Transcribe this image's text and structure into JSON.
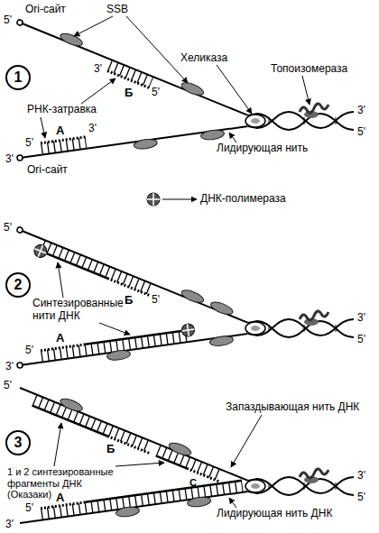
{
  "diagram": {
    "nodes": [
      {
        "text": [
          "1"
        ]
      },
      {
        "text": [
          "2"
        ]
      },
      {
        "text": [
          "3"
        ]
      }
    ],
    "labels": [
      "5'",
      "Ori-сайт",
      "SSB",
      "Хеликаза",
      "Топоизомераза",
      "3'",
      "Б",
      "5'",
      "3'",
      "5'",
      "РНК-затравка",
      "А",
      "3'",
      "5'",
      "3'",
      "Ori-сайт",
      "Лидирующая нить",
      "5'",
      "Б",
      "5'",
      "3'",
      "5'",
      "Синтезированные нити ДНК",
      "А",
      "5'",
      "3'",
      "5'",
      "Запаздывающая нить ДНК",
      "Б",
      "1 и 2 синтезированные фрагменты ДНК (Оказаки)",
      "С",
      "3'",
      "5'",
      "А",
      "5'",
      "3'",
      "Лидирующая нить ДНК"
    ],
    "legend": [
      {
        "text": "ДНК-полимераза"
      }
    ]
  }
}
